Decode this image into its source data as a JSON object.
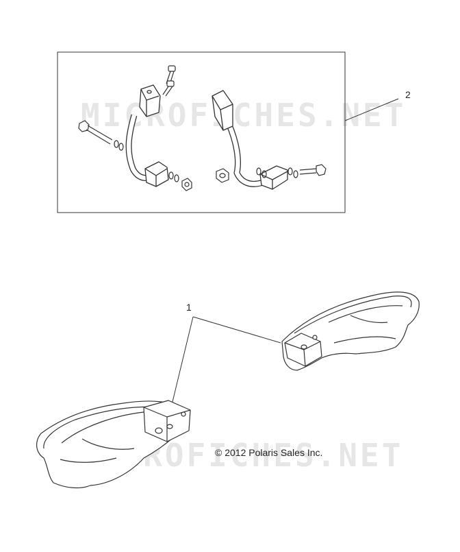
{
  "callouts": {
    "kit_label": "2",
    "guard_label": "1"
  },
  "copyright": "© 2012 Polaris Sales Inc.",
  "watermark": "MICROFICHES.NET",
  "colors": {
    "line": "#333333",
    "watermark": "#e6e6e6",
    "background": "#ffffff"
  }
}
